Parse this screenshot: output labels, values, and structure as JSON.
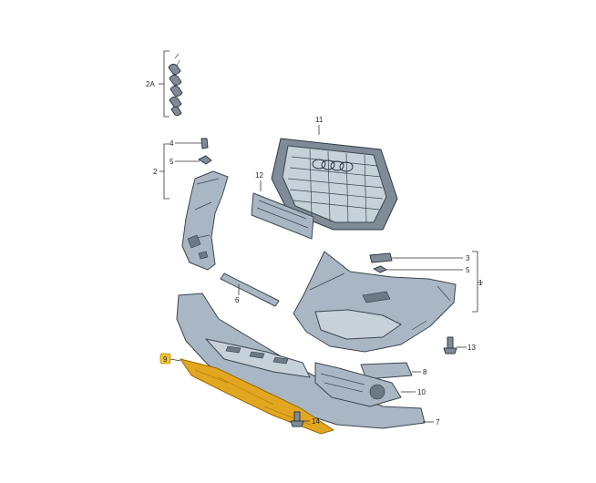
{
  "callouts": {
    "c2a": "2A",
    "c2": "2",
    "c4": "4",
    "c5a": "5",
    "c11": "11",
    "c12": "12",
    "c3": "3",
    "c5b": "5",
    "c1": "1",
    "c6": "6",
    "c13": "13",
    "c9": "9",
    "c8": "8",
    "c10": "10",
    "c7": "7",
    "c14": "14"
  },
  "colors": {
    "part_fill": "#a9b6c3",
    "part_outline": "#3b4650",
    "highlight_part": "#e3a61f",
    "highlight_badge": "#f4c430"
  }
}
